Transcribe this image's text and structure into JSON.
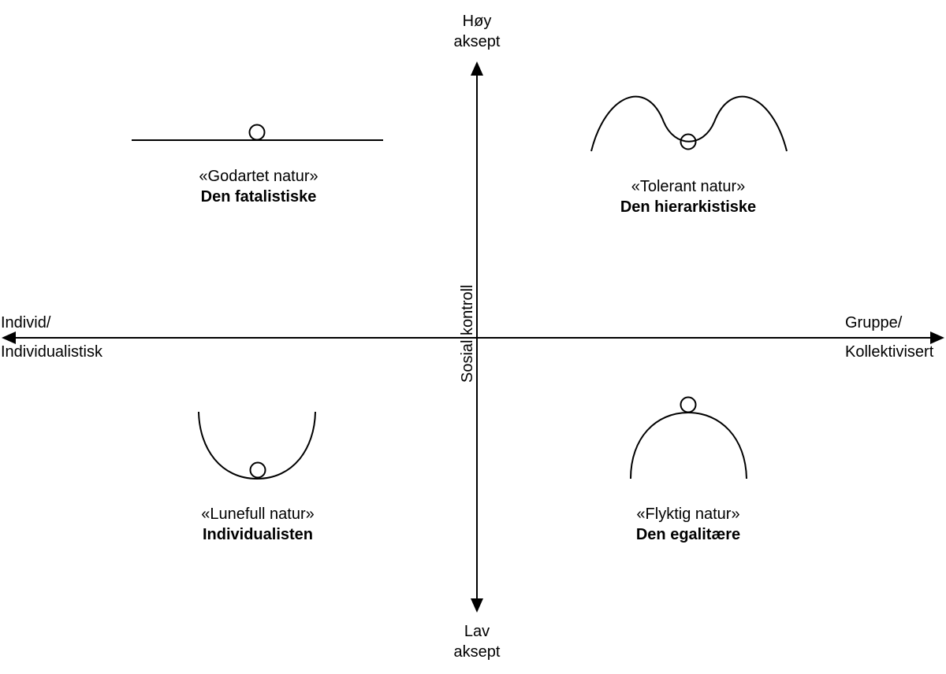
{
  "axes": {
    "top_line1": "Høy",
    "top_line2": "aksept",
    "bottom_line1": "Lav",
    "bottom_line2": "aksept",
    "left_line1": "Individ/",
    "left_line2": "Individualistisk",
    "right_line1": "Gruppe/",
    "right_line2": "Kollektivisert",
    "vertical_label": "Sosial kontroll"
  },
  "quadrants": {
    "top_left": {
      "nature": "«Godartet natur»",
      "type": "Den fatalistiske"
    },
    "top_right": {
      "nature": "«Tolerant natur»",
      "type": "Den hierarkistiske"
    },
    "bottom_left": {
      "nature": "«Lunefull natur»",
      "type": "Individualisten"
    },
    "bottom_right": {
      "nature": "«Flyktig natur»",
      "type": "Den egalitære"
    }
  },
  "colors": {
    "stroke": "#000000",
    "background": "#ffffff"
  }
}
